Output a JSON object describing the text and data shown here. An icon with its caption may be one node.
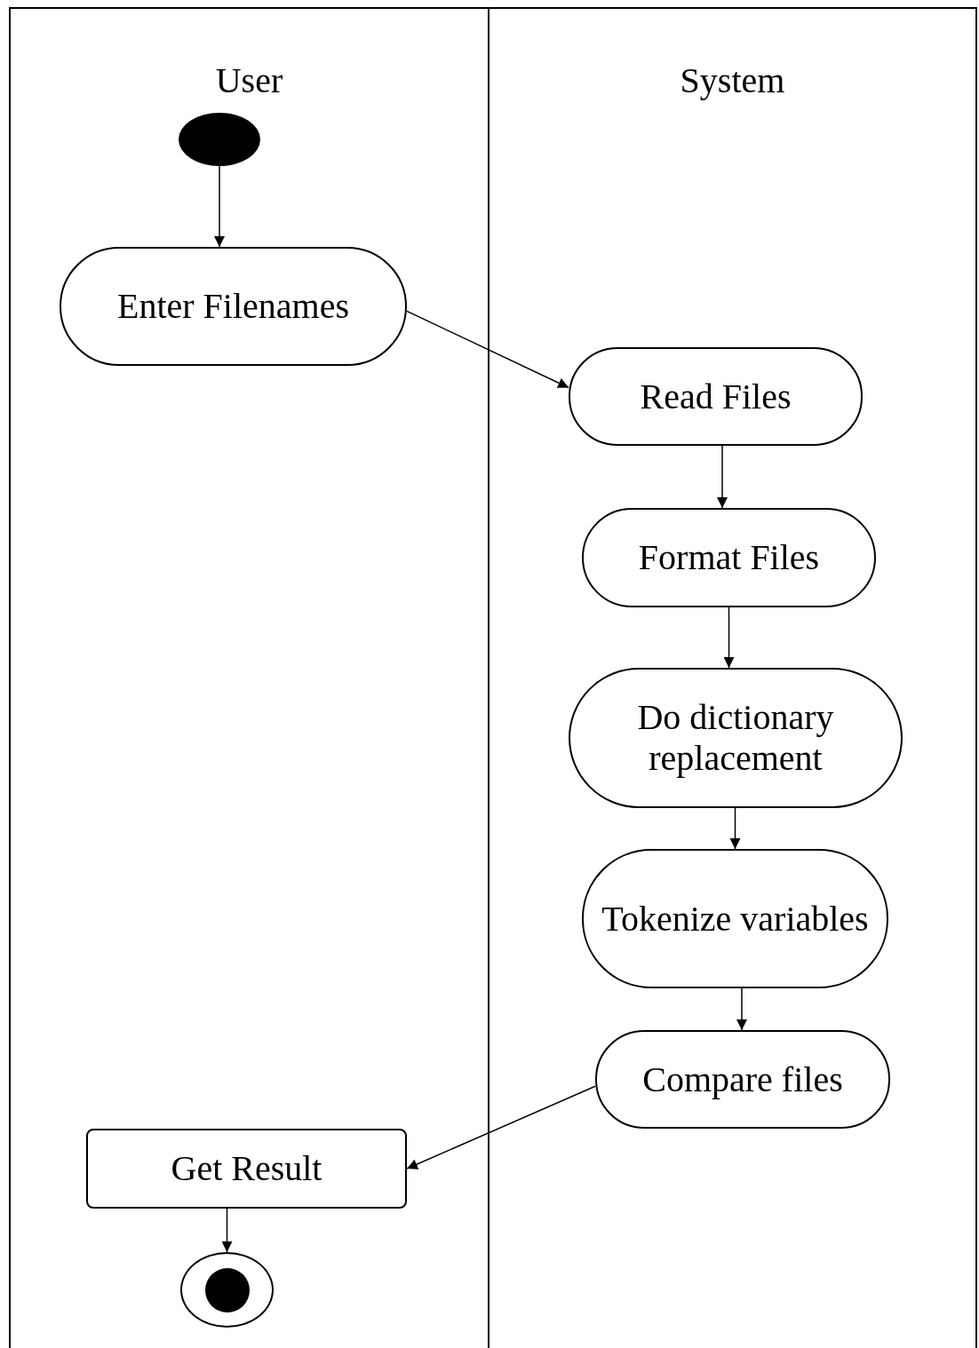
{
  "diagram": {
    "nodes": [
      {
        "text": [
          "User"
        ]
      },
      {
        "text": [
          "System"
        ]
      },
      {
        "text": [],
        "shape": "circle",
        "in": 0
      },
      {
        "text": [
          "Enter Filenames"
        ],
        "in": 0
      },
      {
        "text": [
          "Read Files"
        ],
        "in": 1
      },
      {
        "text": [
          "Format Files"
        ],
        "in": 1
      },
      {
        "text": [
          "Do dictionary replacement"
        ],
        "in": 1
      },
      {
        "text": [
          "Tokenize variables"
        ],
        "in": 1
      },
      {
        "text": [
          "Compare files"
        ],
        "in": 1
      },
      {
        "text": [
          "Get Result"
        ],
        "in": 0
      },
      {
        "text": [],
        "shape": "bullseye",
        "in": 0
      }
    ],
    "edges": [
      {
        "from": 2,
        "to": 3,
        "arrow": "to"
      },
      {
        "from": 3,
        "to": 4,
        "arrow": "to"
      },
      {
        "from": 4,
        "to": 5,
        "arrow": "to"
      },
      {
        "from": 5,
        "to": 6,
        "arrow": "to"
      },
      {
        "from": 6,
        "to": 7,
        "arrow": "to"
      },
      {
        "from": 7,
        "to": 8,
        "arrow": "to"
      },
      {
        "from": 8,
        "to": 9,
        "arrow": "to"
      },
      {
        "from": 9,
        "to": 10,
        "arrow": "to"
      }
    ]
  }
}
